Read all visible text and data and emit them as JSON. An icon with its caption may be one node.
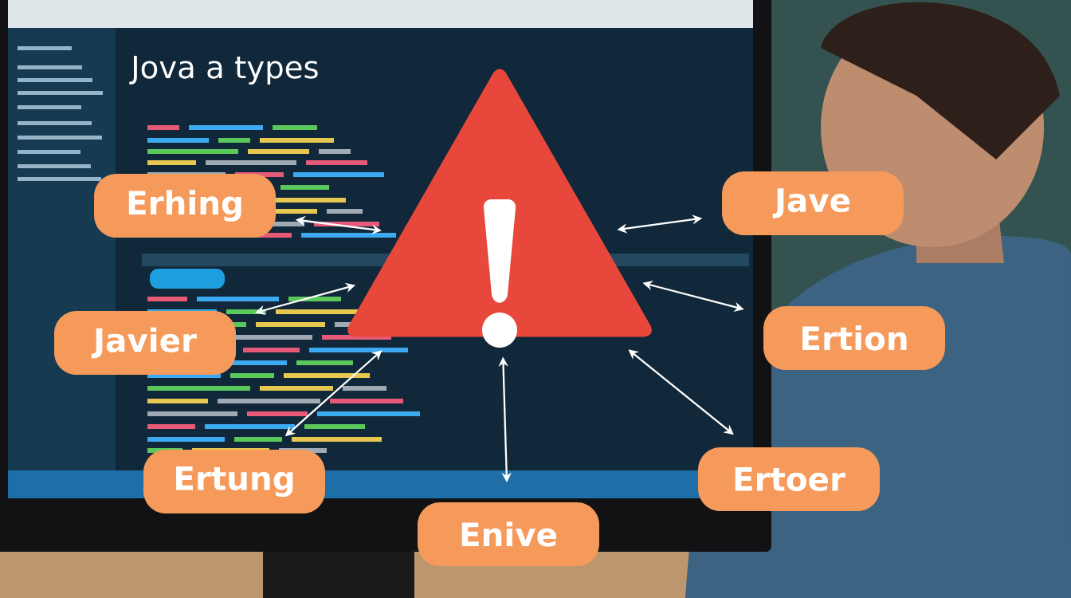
{
  "diagram": {
    "title": "Jova a types",
    "nodes": [
      {
        "text": [],
        "shape": "triangle"
      },
      {
        "text": [
          "Erhing"
        ]
      },
      {
        "text": [
          "Jave"
        ]
      },
      {
        "text": [
          "Javier"
        ]
      },
      {
        "text": [
          "Ertion"
        ]
      },
      {
        "text": [
          "Ertung"
        ]
      },
      {
        "text": [
          "Ertoer"
        ]
      },
      {
        "text": [
          "Enive"
        ]
      }
    ],
    "edges": [
      {
        "from": 0,
        "to": 1,
        "arrow": "both"
      },
      {
        "from": 0,
        "to": 2,
        "arrow": "both"
      },
      {
        "from": 0,
        "to": 3,
        "arrow": "both"
      },
      {
        "from": 0,
        "to": 4,
        "arrow": "both"
      },
      {
        "from": 0,
        "to": 5,
        "arrow": "both"
      },
      {
        "from": 0,
        "to": 6,
        "arrow": "both"
      },
      {
        "from": 0,
        "to": 7,
        "arrow": "both"
      }
    ]
  }
}
